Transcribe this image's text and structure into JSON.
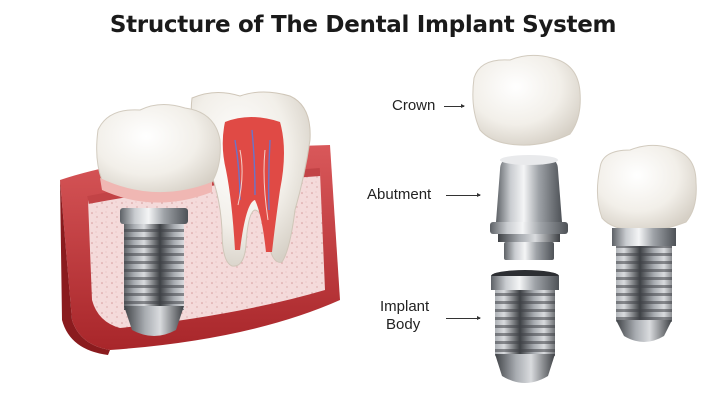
{
  "title": "Structure of The Dental Implant System",
  "labels": {
    "crown": "Crown",
    "abutment": "Abutment",
    "implant_line1": "Implant",
    "implant_line2": "Body"
  }
}
